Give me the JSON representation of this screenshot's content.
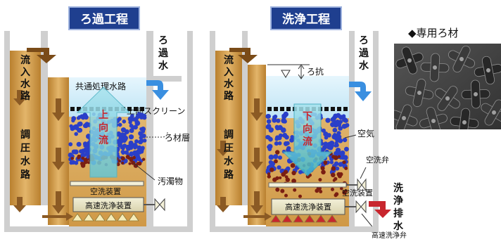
{
  "filtration": {
    "title": "ろ過工程",
    "inflow_channel": "流入水路",
    "pressure_channel": "調圧水路",
    "filtered_water": "ろ過水",
    "common_channel": "共通処理水路",
    "upper_screen": "上部スクリーン",
    "media_layer": "ろ材層",
    "sludge": "汚濁物",
    "flow_direction": "上向流",
    "air_wash_device": "空洗装置",
    "high_speed_wash_device": "高速洗浄装置"
  },
  "washing": {
    "title": "洗浄工程",
    "inflow_channel": "流入水路",
    "pressure_channel": "調圧水路",
    "filtered_water": "ろ過水",
    "resistance": "ろ抗",
    "flow_direction": "下向流",
    "air": "空気",
    "air_wash_valve": "空洗弁",
    "air_wash_device": "空洗装置",
    "high_speed_wash_device": "高速洗浄装置",
    "wash_drain": "洗浄排水",
    "high_speed_wash_valve": "高速洗浄弁"
  },
  "media_photo": {
    "caption": "◆専用ろ材"
  },
  "colors": {
    "title_badge": "#1f3f8f",
    "channel": "#d6a04a",
    "water": "#d4eef9",
    "media_dot": "#2a3fc8",
    "sludge_dot": "#7a1e12",
    "outflow_arrow": "#3a8fe0",
    "drain_arrow": "#c8262e"
  },
  "icons": {
    "outflow": "down-right-arrow-icon",
    "drain": "drain-arrow-icon",
    "valve": "valve-icon",
    "water_level": "water-level-triangle-icon"
  }
}
